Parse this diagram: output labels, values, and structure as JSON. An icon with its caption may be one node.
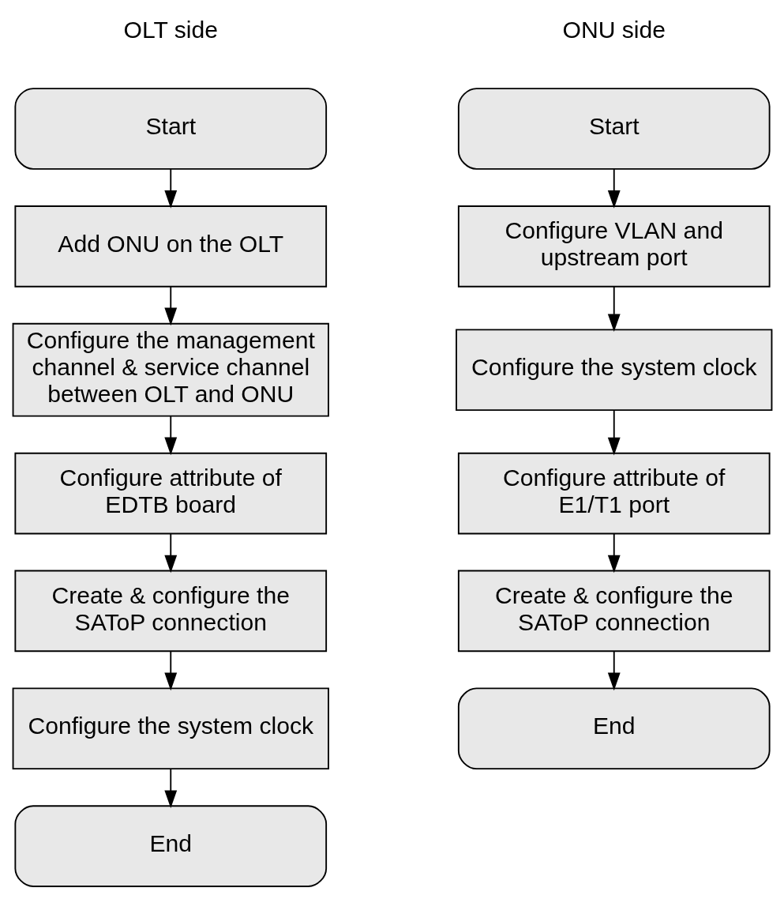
{
  "diagram": {
    "nodes": [
      {
        "text": [
          "Start"
        ]
      },
      {
        "text": [
          "Add ONU on the OLT"
        ]
      },
      {
        "text": [
          "Configure the management channel & service channel between OLT and ONU"
        ]
      },
      {
        "text": [
          "Configure attribute of EDTB board"
        ]
      },
      {
        "text": [
          "Create & configure the SAToP connection"
        ]
      },
      {
        "text": [
          "Configure the system clock"
        ]
      },
      {
        "text": [
          "End"
        ]
      },
      {
        "text": [
          "Start"
        ]
      },
      {
        "text": [
          "Configure VLAN and upstream port"
        ]
      },
      {
        "text": [
          "Configure the system clock"
        ]
      },
      {
        "text": [
          "Configure attribute of E1/T1 port"
        ]
      },
      {
        "text": [
          "Create & configure the SAToP connection"
        ]
      },
      {
        "text": [
          "End"
        ]
      }
    ],
    "edges": [
      {
        "from": 0,
        "to": 1,
        "arrow": "to"
      },
      {
        "from": 1,
        "to": 2,
        "arrow": "to"
      },
      {
        "from": 2,
        "to": 3,
        "arrow": "to"
      },
      {
        "from": 3,
        "to": 4,
        "arrow": "to"
      },
      {
        "from": 4,
        "to": 5,
        "arrow": "to"
      },
      {
        "from": 5,
        "to": 6,
        "arrow": "to"
      },
      {
        "from": 7,
        "to": 8,
        "arrow": "to"
      },
      {
        "from": 8,
        "to": 9,
        "arrow": "to"
      },
      {
        "from": 9,
        "to": 10,
        "arrow": "to"
      },
      {
        "from": 10,
        "to": 11,
        "arrow": "to"
      },
      {
        "from": 11,
        "to": 12,
        "arrow": "to"
      }
    ],
    "labels": [
      "OLT side",
      "ONU side"
    ]
  }
}
